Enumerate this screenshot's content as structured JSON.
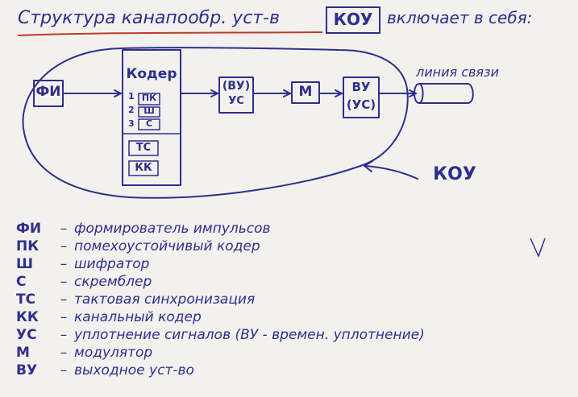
{
  "title": {
    "prefix": "Структура канапообр. уст-в",
    "boxed": "КОУ",
    "suffix": "включает в себя:"
  },
  "diagram": {
    "fi": "ФИ",
    "coder": {
      "title": "Кодер",
      "items": [
        {
          "num": "1",
          "label": "ПК"
        },
        {
          "num": "2",
          "label": "Ш"
        },
        {
          "num": "3",
          "label": "С"
        }
      ],
      "extra": [
        "ТС",
        "КК"
      ]
    },
    "vu_us": {
      "top": "(ВУ)",
      "bottom": "УС"
    },
    "m": "М",
    "vu_us2": {
      "top": "ВУ",
      "bottom": "(УС)"
    },
    "line_label": "линия связи",
    "kou_label": "КОУ"
  },
  "legend": [
    {
      "abbr": "ФИ",
      "desc": "формирователь импульсов"
    },
    {
      "abbr": "ПК",
      "desc": "помехоустойчивый кодер"
    },
    {
      "abbr": "Ш",
      "desc": "шифратор"
    },
    {
      "abbr": "С",
      "desc": "скремблер"
    },
    {
      "abbr": "ТС",
      "desc": "тактовая синхронизация"
    },
    {
      "abbr": "КК",
      "desc": "канальный кодер"
    },
    {
      "abbr": "УС",
      "desc": "уплотнение сигналов (ВУ - времен. уплотнение)"
    },
    {
      "abbr": "М",
      "desc": "модулятор"
    },
    {
      "abbr": "ВУ",
      "desc": "выходное уст-во"
    }
  ]
}
